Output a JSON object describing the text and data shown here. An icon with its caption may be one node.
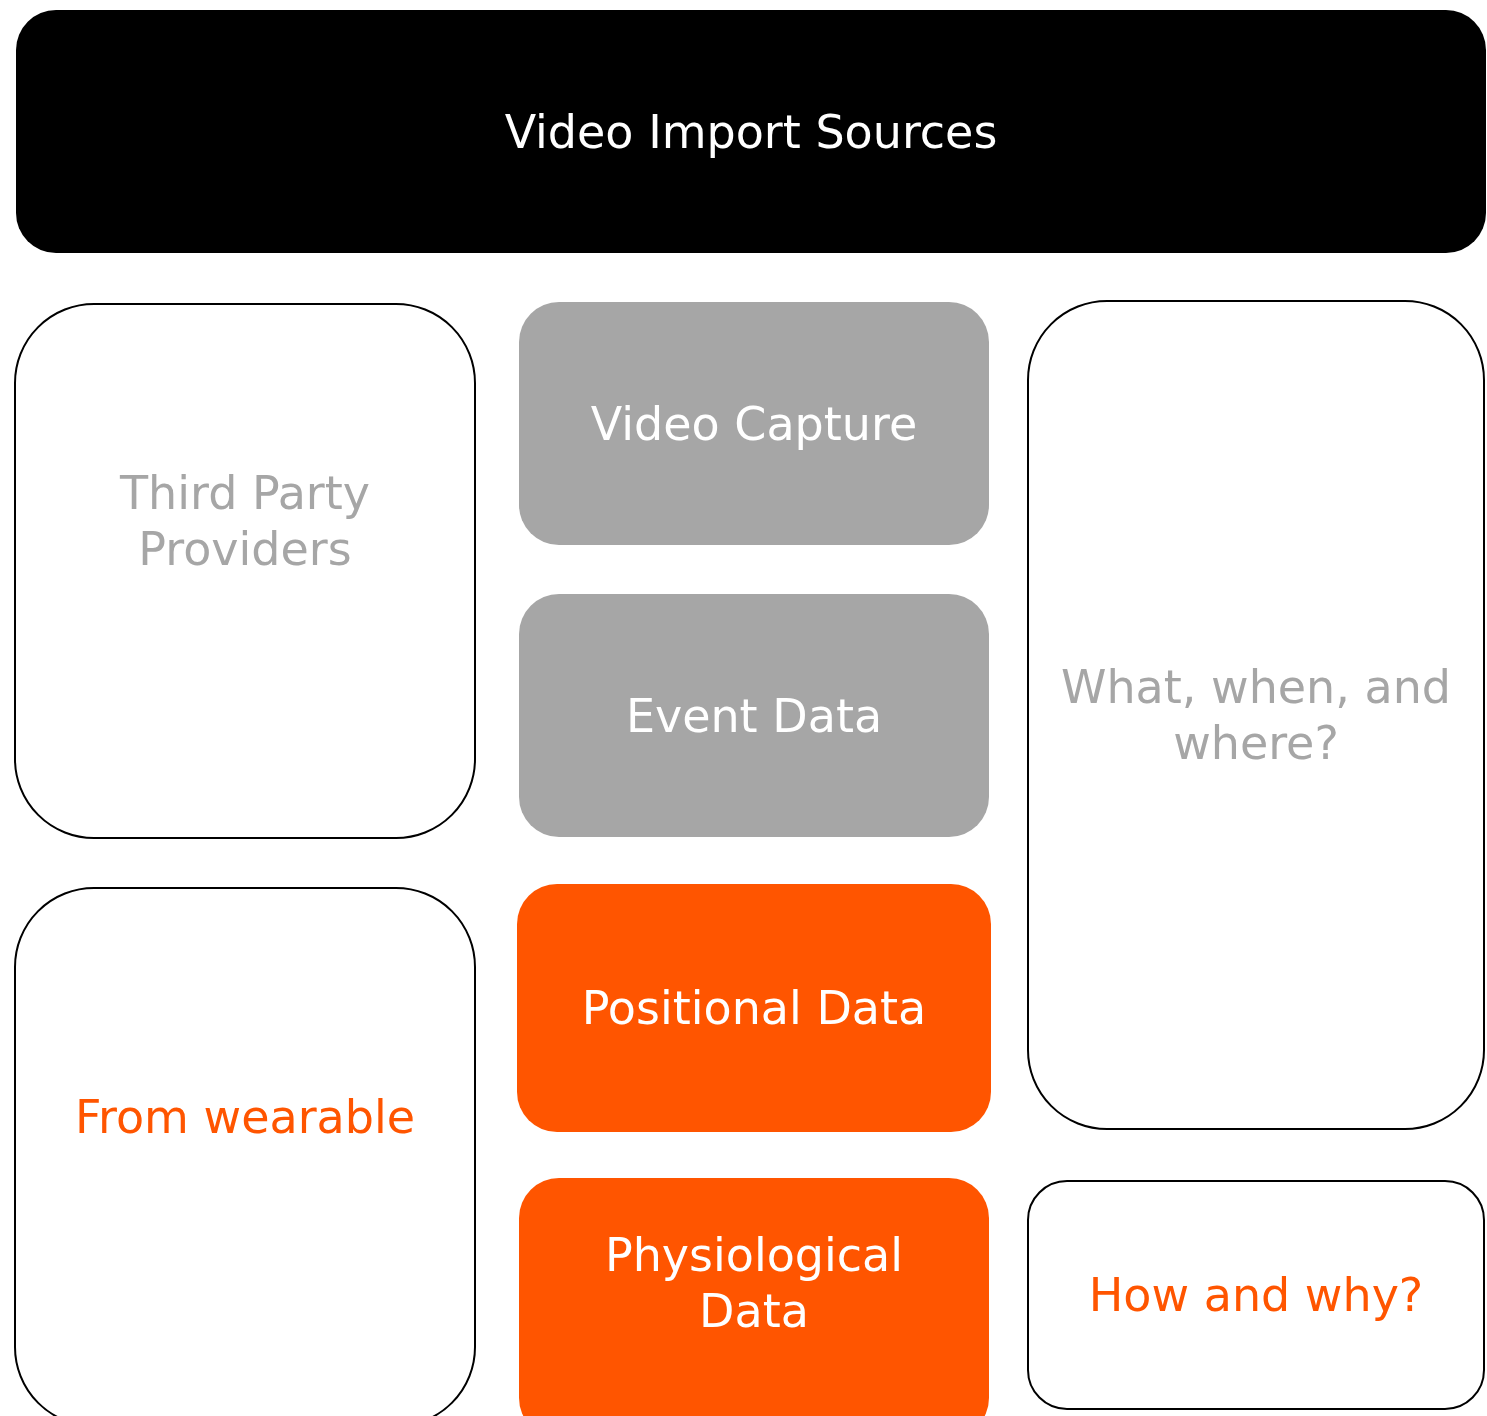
{
  "diagram": {
    "nodes": [
      {
        "text": [
          "Video Import Sources"
        ]
      },
      {
        "text": [
          "Third Party Providers"
        ]
      },
      {
        "text": [
          "Video Capture"
        ]
      },
      {
        "text": [
          "Event Data"
        ]
      },
      {
        "text": [
          "What, when, and where?"
        ]
      },
      {
        "text": [
          "From wearable"
        ]
      },
      {
        "text": [
          "Positional Data"
        ]
      },
      {
        "text": [
          "Physiological Data"
        ]
      },
      {
        "text": [
          "How and why?"
        ]
      }
    ]
  }
}
